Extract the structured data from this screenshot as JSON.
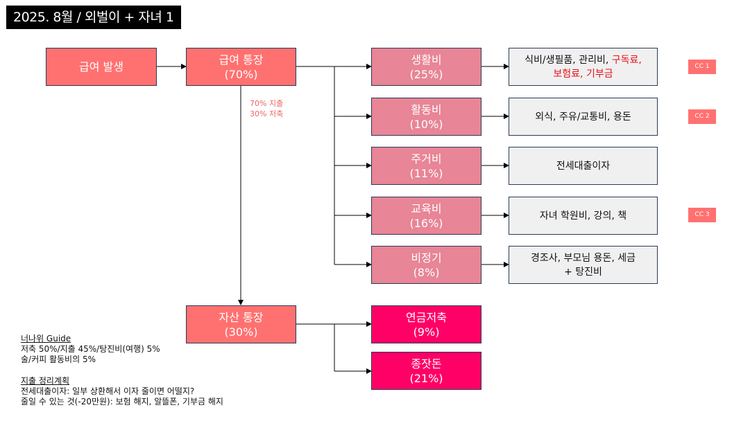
{
  "title": "2025. 8월 / 외벌이 + 자녀 1",
  "nodes": {
    "salary_event": "급여 발생",
    "salary_account": {
      "line1": "급여 통장",
      "line2": "(70%)"
    },
    "asset_account": {
      "line1": "자산 통장",
      "line2": "(30%)"
    },
    "living": {
      "line1": "생활비",
      "line2": "(25%)"
    },
    "activity": {
      "line1": "활동비",
      "line2": "(10%)"
    },
    "housing": {
      "line1": "주거비",
      "line2": "(11%)"
    },
    "education": {
      "line1": "교육비",
      "line2": "(16%)"
    },
    "irregular": {
      "line1": "비정기",
      "line2": "(8%)"
    },
    "pension": {
      "line1": "연금저축",
      "line2": "(9%)"
    },
    "seed_money": {
      "line1": "종잣돈",
      "line2": "(21%)"
    }
  },
  "details": {
    "living": {
      "part1": "식비/생필품, 관리비, ",
      "part2": "구독료,",
      "line2": "보험료, 기부금"
    },
    "activity": "외식, 주유/교통비, 용돈",
    "housing": "전세대출이자",
    "education": "자녀 학원비, 강의, 책",
    "irregular": {
      "line1": "경조사, 부모님 용돈, 세금",
      "line2": "+ 탕진비"
    }
  },
  "cc_tags": [
    "CC 1",
    "CC 2",
    "CC 3"
  ],
  "ratio_note": {
    "line1": "70% 지출",
    "line2": "30% 저축"
  },
  "guide": {
    "heading": "너나위 Guide",
    "line1": "저축 50%/지출 45%/탕진비(여행) 5%",
    "line2": "술/커피 활동비의 5%"
  },
  "plan": {
    "heading": "지출 정리계획",
    "line1": "전세대출이자: 일부 상환해서 이자 줄이면 어떨지?",
    "line2": "줄일 수 있는 것(-20만원): 보험 해지, 알뜰폰, 기부금 해지"
  },
  "colors": {
    "salmon": "#ff7170",
    "rose": "#e88596",
    "magenta": "#ff0066",
    "grey_box": "#f0f0f0",
    "highlight_red": "#e8101a"
  }
}
